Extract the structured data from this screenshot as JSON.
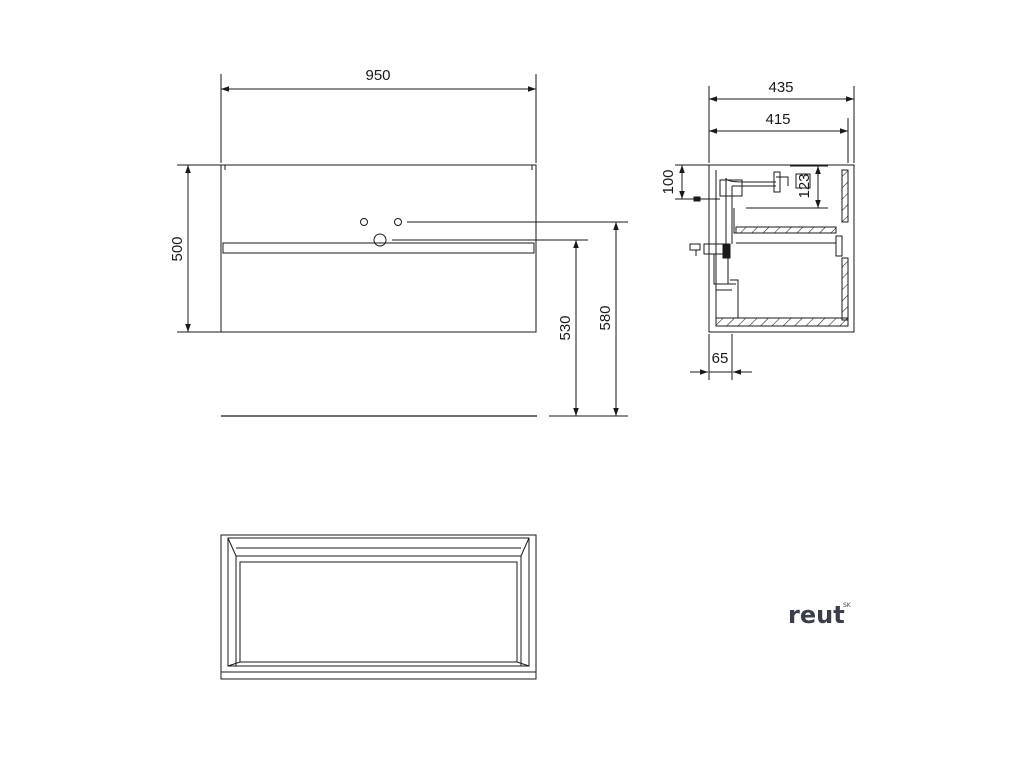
{
  "front_view": {
    "width_label": "950",
    "height_label": "500",
    "height_530_label": "530",
    "height_580_label": "580"
  },
  "side_view": {
    "depth_outer_label": "435",
    "depth_inner_label": "415",
    "top_offset_label": "100",
    "siphon_label": "123",
    "wall_offset_label": "65"
  },
  "brand": {
    "name": "reut",
    "superscript": "SK"
  },
  "colors": {
    "line": "#1a1a1a",
    "brand": "#3a3e48"
  }
}
